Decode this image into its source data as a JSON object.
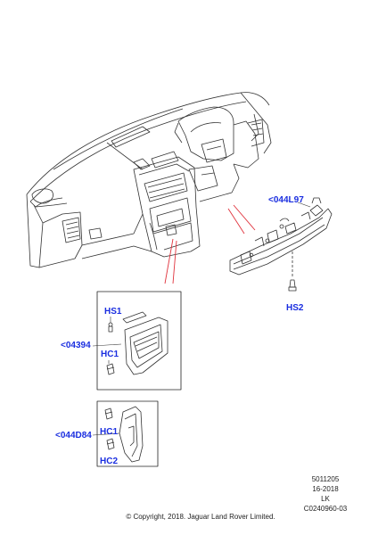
{
  "callouts": {
    "top_right": "<044L97",
    "hs2": "HS2",
    "hs1": "HS1",
    "left_mid": "<04394",
    "hc1_upper": "HC1",
    "left_lower": "<044D84",
    "hc1_lower": "HC1",
    "hc2": "HC2"
  },
  "reference": {
    "line1": "5011205",
    "line2": "16-2018",
    "line3": "LK",
    "line4": "C0240960-03"
  },
  "copyright": "© Copyright, 2018. Jaguar Land Rover Limited.",
  "colors": {
    "callout": "#1a2ee0",
    "leader": "#e0323c",
    "line": "#333333"
  }
}
